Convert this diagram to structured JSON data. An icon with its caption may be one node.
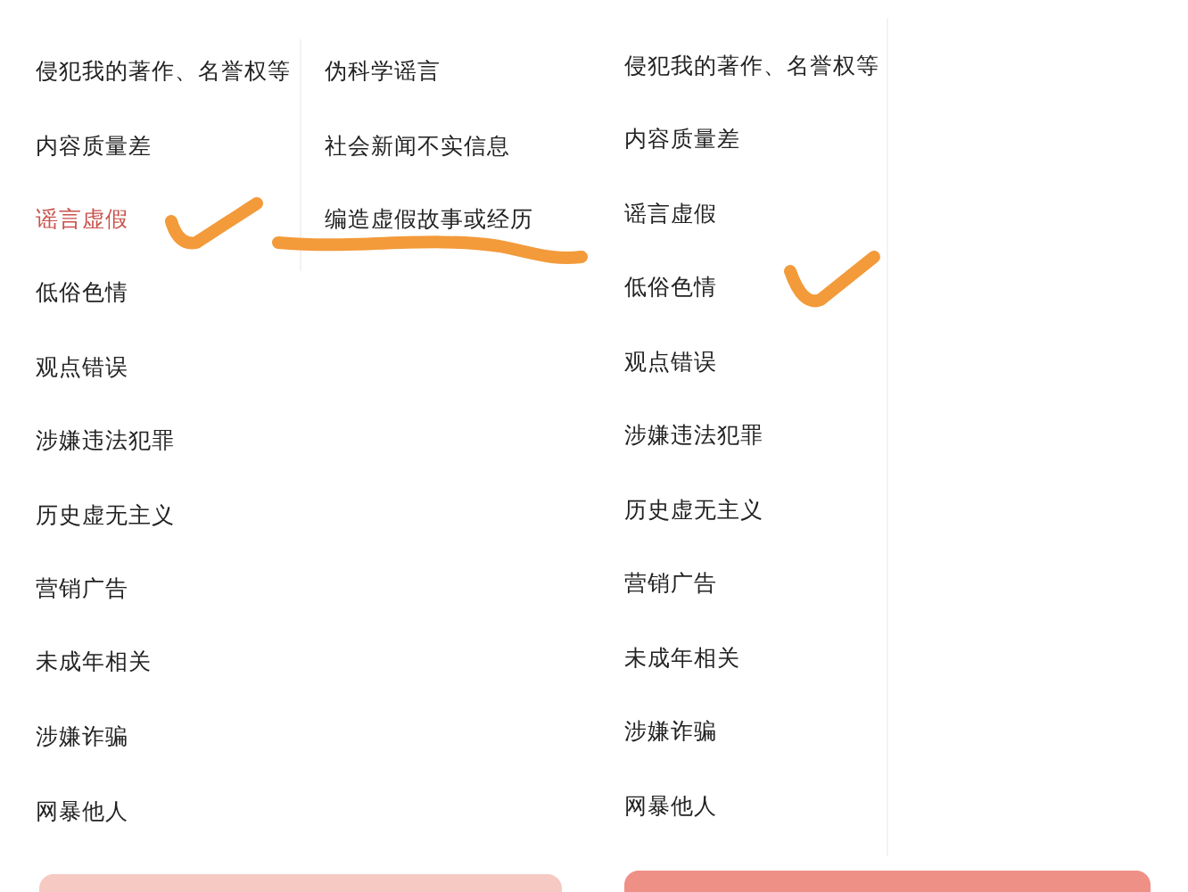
{
  "diagram": {
    "labels": [
      "侵犯我的著作、名誉权等",
      "内容质量差",
      "谣言虚假",
      "低俗色情",
      "观点错误",
      "涉嫌违法犯罪",
      "历史虚无主义",
      "营销广告",
      "未成年相关",
      "涉嫌诈骗",
      "网暴他人",
      "伪科学谣言",
      "社会新闻不实信息",
      "编造虚假故事或经历",
      "侵犯我的著作、名誉权等",
      "内容质量差",
      "谣言虚假",
      "低俗色情",
      "观点错误",
      "涉嫌违法犯罪",
      "历史虚无主义",
      "营销广告",
      "未成年相关",
      "涉嫌诈骗",
      "网暴他人"
    ]
  }
}
